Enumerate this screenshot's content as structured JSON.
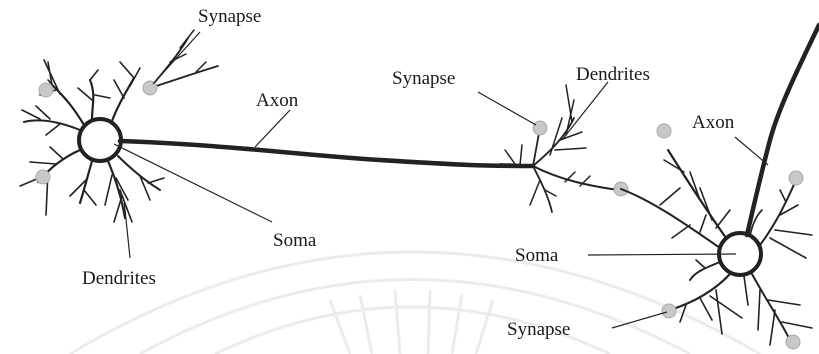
{
  "labels": {
    "synapse_top": "Synapse",
    "axon_top": "Axon",
    "synapse_mid": "Synapse",
    "dendrites_mid": "Dendrites",
    "axon_right": "Axon",
    "soma_left": "Soma",
    "dendrites_left": "Dendrites",
    "soma_right": "Soma",
    "synapse_bottom": "Synapse"
  },
  "colors": {
    "ink": "#222222",
    "synapse_fill": "#c8c8c8",
    "background": "#ffffff"
  }
}
